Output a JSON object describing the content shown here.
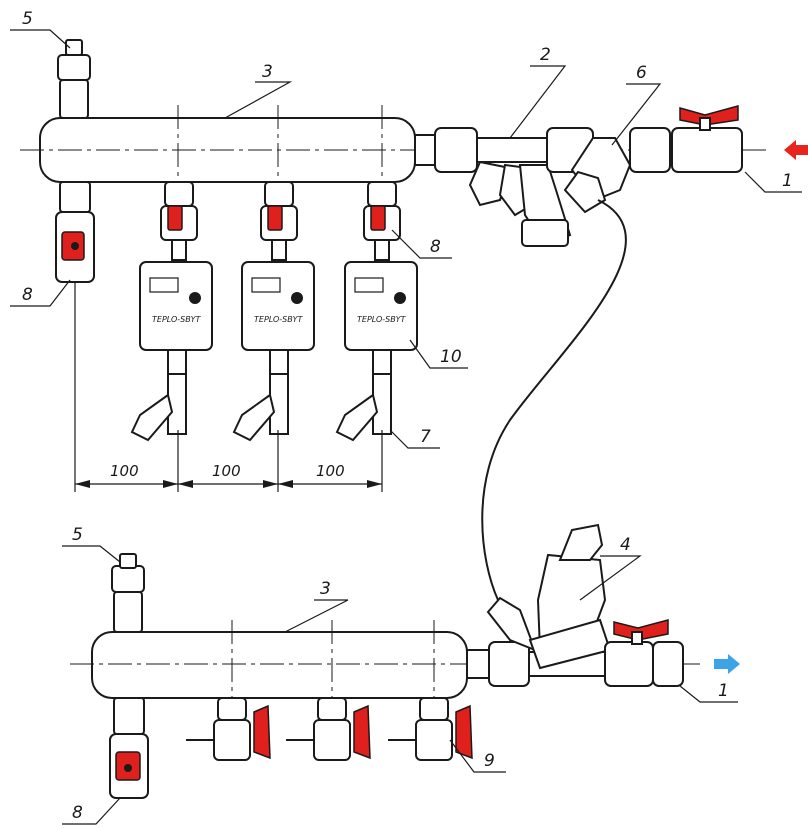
{
  "labels": {
    "inlet": "1",
    "outlet": "1",
    "pipe_2": "2",
    "supply_manifold": "3",
    "return_manifold": "3",
    "balancing_valve": "4",
    "air_vent_top": "5",
    "air_vent_bottom": "5",
    "strainer": "6",
    "branch_strainer": "7",
    "drain_valve_top": "8",
    "branch_valve": "8",
    "drain_valve_bottom": "8",
    "return_valve": "9",
    "heat_meter": "10"
  },
  "dimensions": [
    "100",
    "100",
    "100"
  ],
  "meter_brand": "TEPLO-SBYT",
  "colors": {
    "handle": "#e0201c",
    "inlet_arrow": "#e8241f",
    "outlet_arrow": "#3ca3e6",
    "line": "#1a1a1a"
  },
  "icons": {
    "inlet": "arrow-left-icon",
    "outlet": "arrow-right-icon"
  }
}
